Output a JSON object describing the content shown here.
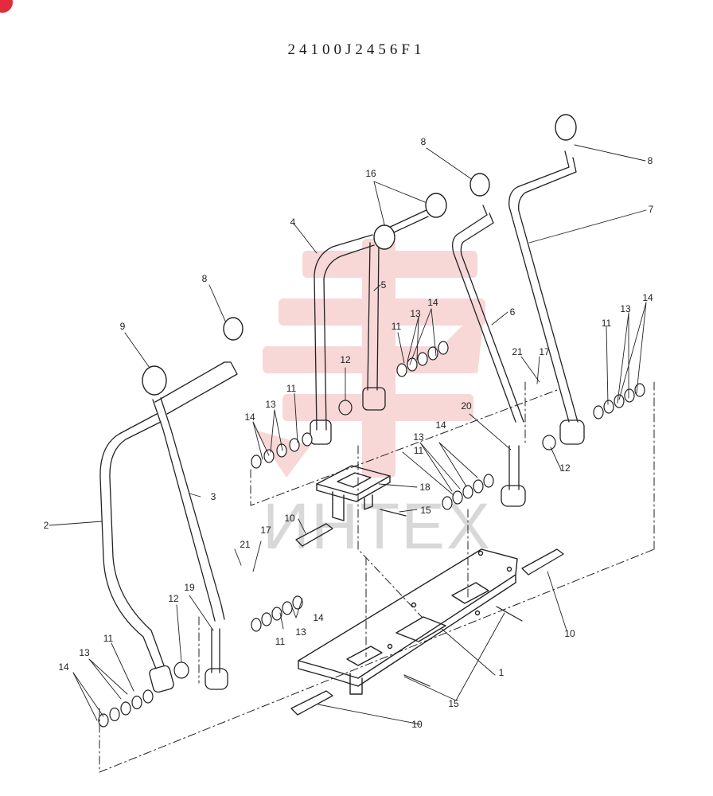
{
  "title": "24100J2456F1",
  "watermark": {
    "text": "ИНТЕХ",
    "color": "#d8d8d8",
    "logo_color": "#f3b7b7"
  },
  "badge_color": "#e32b3b",
  "ink_color": "#222222",
  "callouts": [
    {
      "id": "c-1",
      "text": "1"
    },
    {
      "id": "c-2",
      "text": "2"
    },
    {
      "id": "c-3",
      "text": "3"
    },
    {
      "id": "c-4",
      "text": "4"
    },
    {
      "id": "c-5",
      "text": "5"
    },
    {
      "id": "c-6",
      "text": "6"
    },
    {
      "id": "c-7",
      "text": "7"
    },
    {
      "id": "c-8a",
      "text": "8"
    },
    {
      "id": "c-8b",
      "text": "8"
    },
    {
      "id": "c-8c",
      "text": "8"
    },
    {
      "id": "c-9",
      "text": "9"
    },
    {
      "id": "c-10a",
      "text": "10"
    },
    {
      "id": "c-10b",
      "text": "10"
    },
    {
      "id": "c-10c",
      "text": "10"
    },
    {
      "id": "c-11a",
      "text": "11"
    },
    {
      "id": "c-11b",
      "text": "11"
    },
    {
      "id": "c-11c",
      "text": "11"
    },
    {
      "id": "c-11d",
      "text": "11"
    },
    {
      "id": "c-11e",
      "text": "11"
    },
    {
      "id": "c-11f",
      "text": "11"
    },
    {
      "id": "c-12a",
      "text": "12"
    },
    {
      "id": "c-12b",
      "text": "12"
    },
    {
      "id": "c-12c",
      "text": "12"
    },
    {
      "id": "c-13a",
      "text": "13"
    },
    {
      "id": "c-13b",
      "text": "13"
    },
    {
      "id": "c-13c",
      "text": "13"
    },
    {
      "id": "c-13d",
      "text": "13"
    },
    {
      "id": "c-13e",
      "text": "13"
    },
    {
      "id": "c-13f",
      "text": "13"
    },
    {
      "id": "c-14a",
      "text": "14"
    },
    {
      "id": "c-14b",
      "text": "14"
    },
    {
      "id": "c-14c",
      "text": "14"
    },
    {
      "id": "c-14d",
      "text": "14"
    },
    {
      "id": "c-14e",
      "text": "14"
    },
    {
      "id": "c-14f",
      "text": "14"
    },
    {
      "id": "c-15a",
      "text": "15"
    },
    {
      "id": "c-15b",
      "text": "15"
    },
    {
      "id": "c-16",
      "text": "16"
    },
    {
      "id": "c-17a",
      "text": "17"
    },
    {
      "id": "c-17b",
      "text": "17"
    },
    {
      "id": "c-18",
      "text": "18"
    },
    {
      "id": "c-19",
      "text": "19"
    },
    {
      "id": "c-20",
      "text": "20"
    },
    {
      "id": "c-21a",
      "text": "21"
    },
    {
      "id": "c-21b",
      "text": "21"
    }
  ]
}
